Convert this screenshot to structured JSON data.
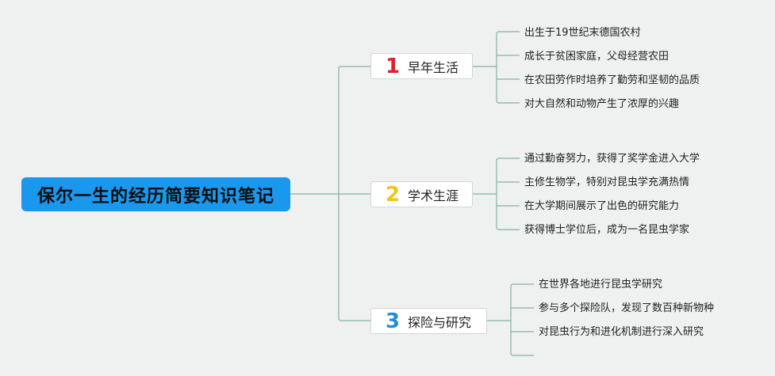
{
  "root": {
    "title": "保尔一生的经历简要知识笔记"
  },
  "branches": [
    {
      "number": "1",
      "number_color": "#e0202c",
      "label": "早年生活",
      "items": [
        "出生于19世纪末德国农村",
        "成长于贫困家庭，父母经营农田",
        "在农田劳作时培养了勤劳和坚韧的品质",
        "对大自然和动物产生了浓厚的兴趣"
      ]
    },
    {
      "number": "2",
      "number_color": "#f2c419",
      "label": "学术生涯",
      "items": [
        "通过勤奋努力，获得了奖学金进入大学",
        "主修生物学，特别对昆虫学充满热情",
        "在大学期间展示了出色的研究能力",
        "获得博士学位后，成为一名昆虫学家"
      ]
    },
    {
      "number": "3",
      "number_color": "#1f8fd8",
      "label": "探险与研究",
      "items": [
        "在世界各地进行昆虫学研究",
        "参与多个探险队，发现了数百种新物种",
        "对昆虫行为和进化机制进行深入研究",
        ""
      ]
    }
  ],
  "colors": {
    "background": "#eef1ef",
    "root_fill": "#1a98ee",
    "line": "#7fb3a6"
  }
}
